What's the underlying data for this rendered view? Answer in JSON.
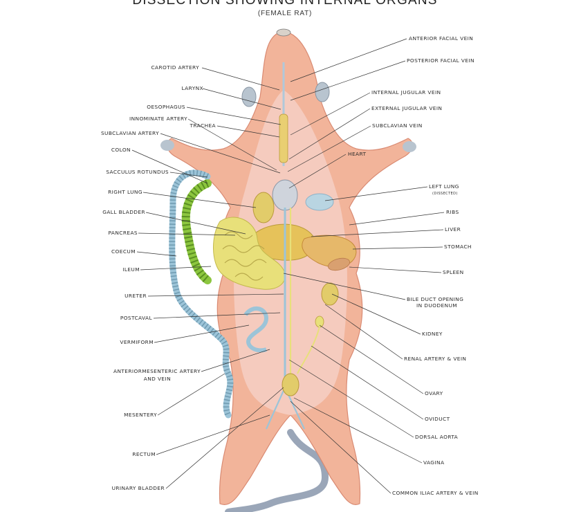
{
  "title": "DISSECTION SHOWING INTERNAL ORGANS",
  "subtitle": "(FEMALE RAT)",
  "labels_left": [
    "CAROTID ARTERY",
    "LARYNX",
    "OESOPHAGUS",
    "INNOMINATE ARTERY",
    "TRACHEA",
    "SUBCLAVIAN ARTERY",
    "COLON",
    "SACCULUS ROTUNDUS",
    "RIGHT LUNG",
    "GALL BLADDER",
    "PANCREAS",
    "COECUM",
    "ILEUM",
    "URETER",
    "POSTCAVAL",
    "VERMIFORM",
    "ANTERIORMESENTERIC ARTERY",
    "AND VEIN",
    "MESENTERY",
    "RECTUM",
    "URINARY BLADDER"
  ],
  "labels_right": [
    "ANTERIOR FACIAL VEIN",
    "POSTERIOR FACIAL VEIN",
    "INTERNAL JUGULAR VEIN",
    "EXTERNAL JUGULAR VEIN",
    "SUBCLAVIAN VEIN",
    "HEART",
    "LEFT LUNG",
    "(DISSECTED)",
    "RIBS",
    "LIVER",
    "STOMACH",
    "SPLEEN",
    "BILE DUCT OPENING",
    "IN DUODENUM",
    "KIDNEY",
    "RENAL ARTERY & VEIN",
    "OVARY",
    "OVIDUCT",
    "DORSAL AORTA",
    "VAGINA",
    "COMMON ILIAC ARTERY & VEIN"
  ],
  "colors": {
    "body": "#f2b49a",
    "body_edge": "#d98a72",
    "belly": "#f6cfc4",
    "intestine": "#e8e07a",
    "colon": "#8cc63f",
    "vessel_blue": "#9cc4d8",
    "organ_yellow": "#e2cc6a",
    "liver": "#e6b86a",
    "heart": "#cfd4dc"
  }
}
